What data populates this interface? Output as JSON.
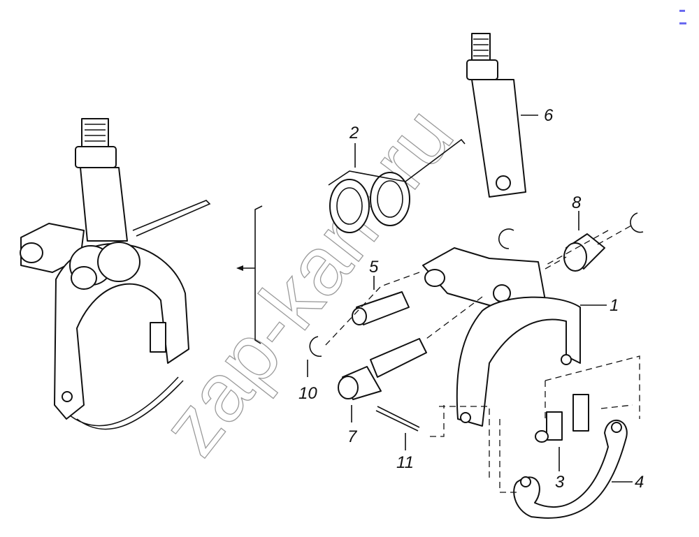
{
  "diagram": {
    "callouts": [
      {
        "id": "1",
        "label": "1"
      },
      {
        "id": "2",
        "label": "2"
      },
      {
        "id": "3",
        "label": "3"
      },
      {
        "id": "4",
        "label": "4"
      },
      {
        "id": "5",
        "label": "5"
      },
      {
        "id": "6",
        "label": "6"
      },
      {
        "id": "7",
        "label": "7"
      },
      {
        "id": "8",
        "label": "8"
      },
      {
        "id": "10",
        "label": "10"
      },
      {
        "id": "11",
        "label": "11"
      }
    ],
    "watermark": "zap-kam.ru",
    "accent_color": "#6a6af0"
  }
}
